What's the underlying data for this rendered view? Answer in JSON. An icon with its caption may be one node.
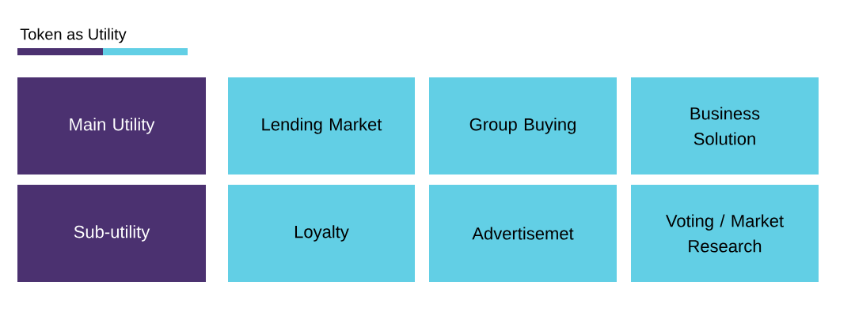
{
  "diagram": {
    "title": "Token as Utility",
    "nodes": [
      {
        "text": [
          "Main Utility"
        ]
      },
      {
        "text": [
          "Lending Market"
        ]
      },
      {
        "text": [
          "Group Buying"
        ]
      },
      {
        "text": [
          "Business Solution"
        ]
      },
      {
        "text": [
          "Sub-utility"
        ]
      },
      {
        "text": [
          "Loyalty"
        ]
      },
      {
        "text": [
          "Advertisemet"
        ]
      },
      {
        "text": [
          "Voting / Market Research"
        ]
      }
    ]
  }
}
